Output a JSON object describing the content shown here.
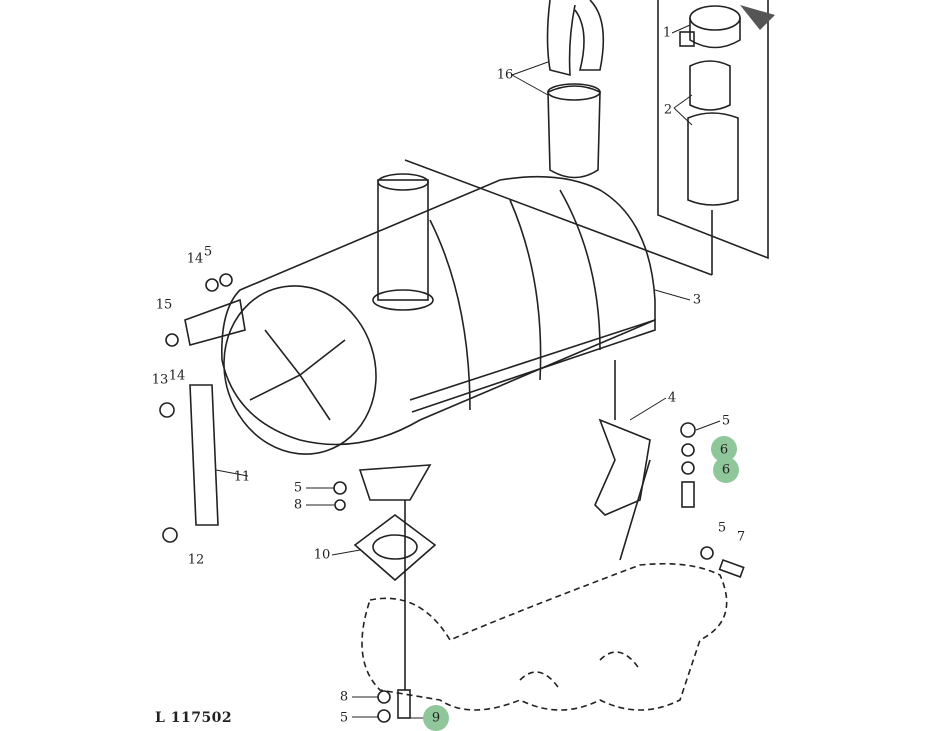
{
  "figure_id": "L 117502",
  "highlight_color": "#8fc79a",
  "callouts": [
    {
      "id": "c16",
      "text": "16",
      "highlight": false
    },
    {
      "id": "c1",
      "text": "1",
      "highlight": false
    },
    {
      "id": "c2",
      "text": "2",
      "highlight": false
    },
    {
      "id": "c3",
      "text": "3",
      "highlight": false
    },
    {
      "id": "c14a",
      "text": "14",
      "highlight": false
    },
    {
      "id": "c5a",
      "text": "5",
      "highlight": false
    },
    {
      "id": "c15",
      "text": "15",
      "highlight": false
    },
    {
      "id": "c13",
      "text": "13",
      "highlight": false
    },
    {
      "id": "c14b",
      "text": "14",
      "highlight": false
    },
    {
      "id": "c11",
      "text": "11",
      "highlight": false
    },
    {
      "id": "c4",
      "text": "4",
      "highlight": false
    },
    {
      "id": "c5b",
      "text": "5",
      "highlight": false
    },
    {
      "id": "c6a",
      "text": "6",
      "highlight": true
    },
    {
      "id": "c6b",
      "text": "6",
      "highlight": true
    },
    {
      "id": "c12",
      "text": "12",
      "highlight": false
    },
    {
      "id": "c5c",
      "text": "5",
      "highlight": false
    },
    {
      "id": "c8a",
      "text": "8",
      "highlight": false
    },
    {
      "id": "c10",
      "text": "10",
      "highlight": false
    },
    {
      "id": "c5d",
      "text": "5",
      "highlight": false
    },
    {
      "id": "c7",
      "text": "7",
      "highlight": false
    },
    {
      "id": "c8b",
      "text": "8",
      "highlight": false
    },
    {
      "id": "c5e",
      "text": "5",
      "highlight": false
    },
    {
      "id": "c9",
      "text": "9",
      "highlight": true
    }
  ]
}
